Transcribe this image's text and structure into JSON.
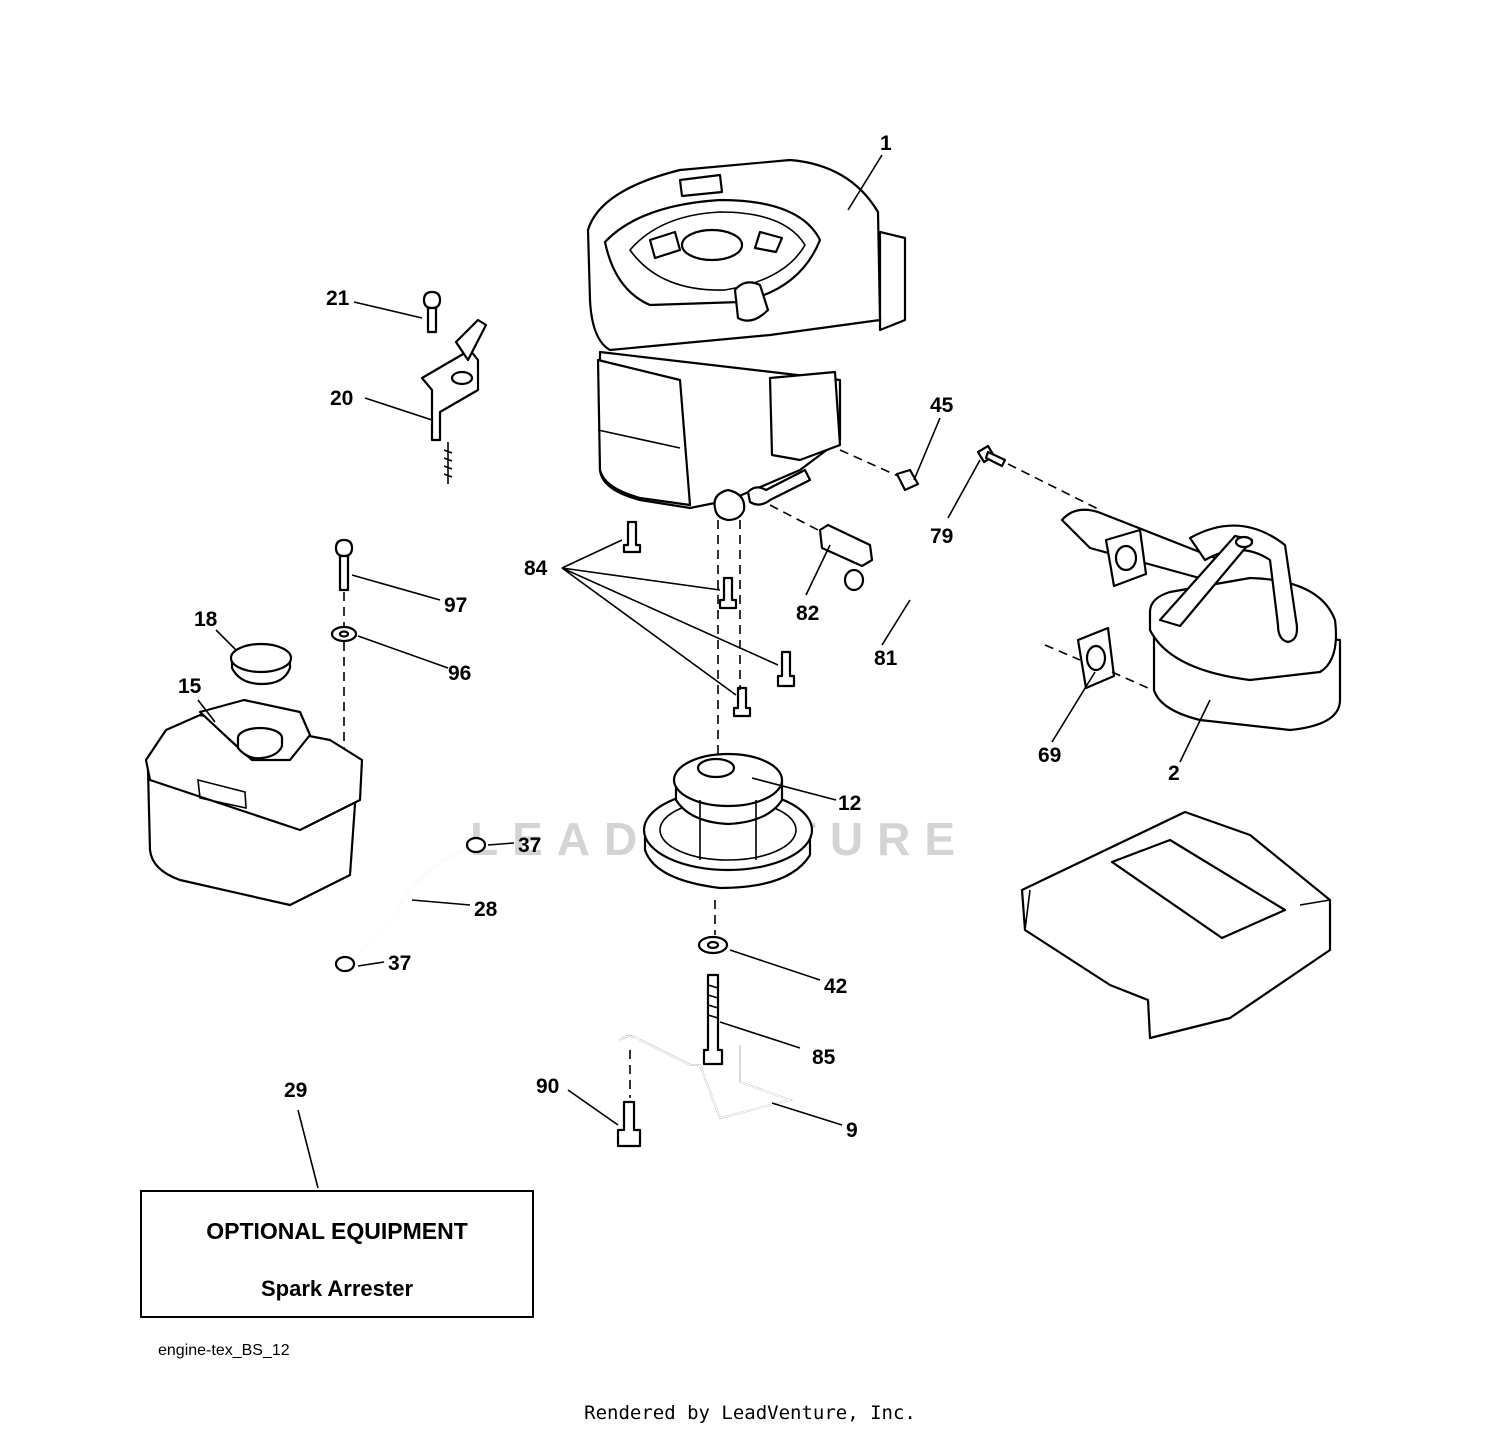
{
  "diagram": {
    "callouts": [
      "1",
      "2",
      "9",
      "12",
      "15",
      "18",
      "20",
      "21",
      "28",
      "29",
      "37",
      "37",
      "42",
      "45",
      "69",
      "79",
      "81",
      "82",
      "84",
      "85",
      "90",
      "96",
      "97"
    ],
    "watermark": "LEADVENTURE"
  },
  "optional_box": {
    "title": "OPTIONAL EQUIPMENT",
    "subtitle": "Spark Arrester"
  },
  "diagram_code": "engine-tex_BS_12",
  "render_credit": "Rendered by LeadVenture, Inc."
}
